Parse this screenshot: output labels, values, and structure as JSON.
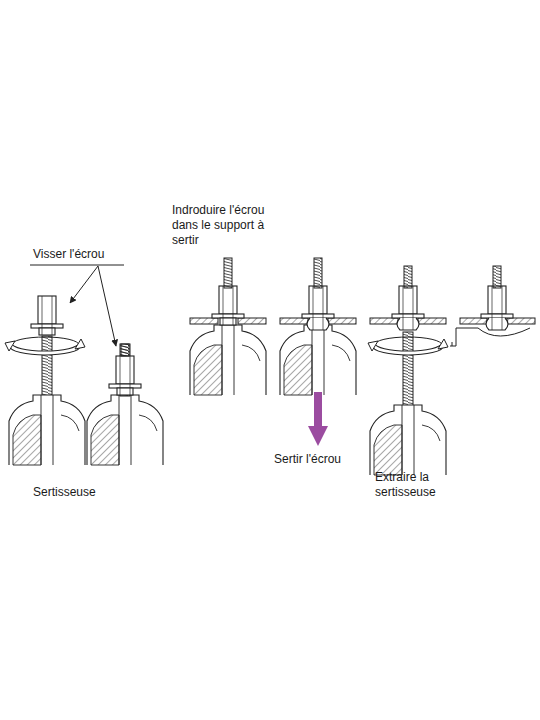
{
  "diagram": {
    "labels": [
      "Visser l'écrou",
      "Indroduire l'écrou dans le support à sertir",
      "Sertir l'écrou",
      "Extraire la sertisseuse",
      "Sertisseuse"
    ]
  }
}
